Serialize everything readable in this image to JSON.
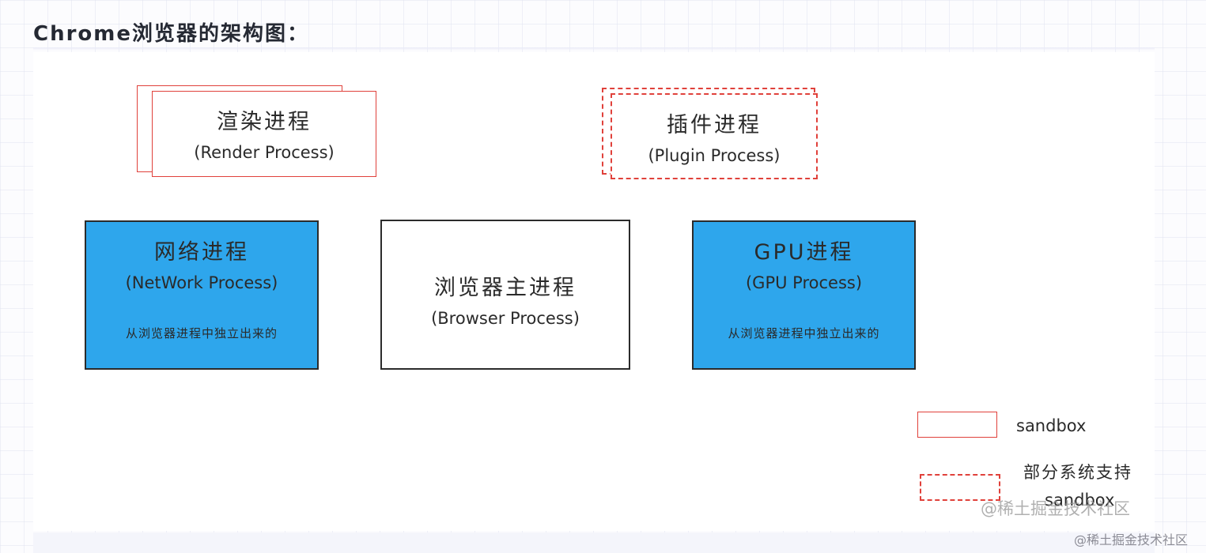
{
  "heading": "Chrome浏览器的架构图：",
  "processes": {
    "render": {
      "title": "渲染进程",
      "subtitle": "(Render Process)"
    },
    "plugin": {
      "title": "插件进程",
      "subtitle": "(Plugin Process)"
    },
    "network": {
      "title": "网络进程",
      "subtitle": "(NetWork Process)",
      "note": "从浏览器进程中独立出来的"
    },
    "browser": {
      "title": "浏览器主进程",
      "subtitle": "(Browser Process)"
    },
    "gpu": {
      "title": "GPU进程",
      "subtitle": "(GPU Process)",
      "note": "从浏览器进程中独立出来的"
    }
  },
  "legend": {
    "sandbox_label": "sandbox",
    "partial_line1": "部分系统支持",
    "partial_line2": "sandbox"
  },
  "watermarks": {
    "inner": "@稀土掘金技术社区",
    "corner": "@稀土掘金技术社区"
  },
  "colors": {
    "sandbox_border": "#e0413b",
    "independent_fill": "#2ea6ec",
    "box_border": "#2b2b2b"
  }
}
